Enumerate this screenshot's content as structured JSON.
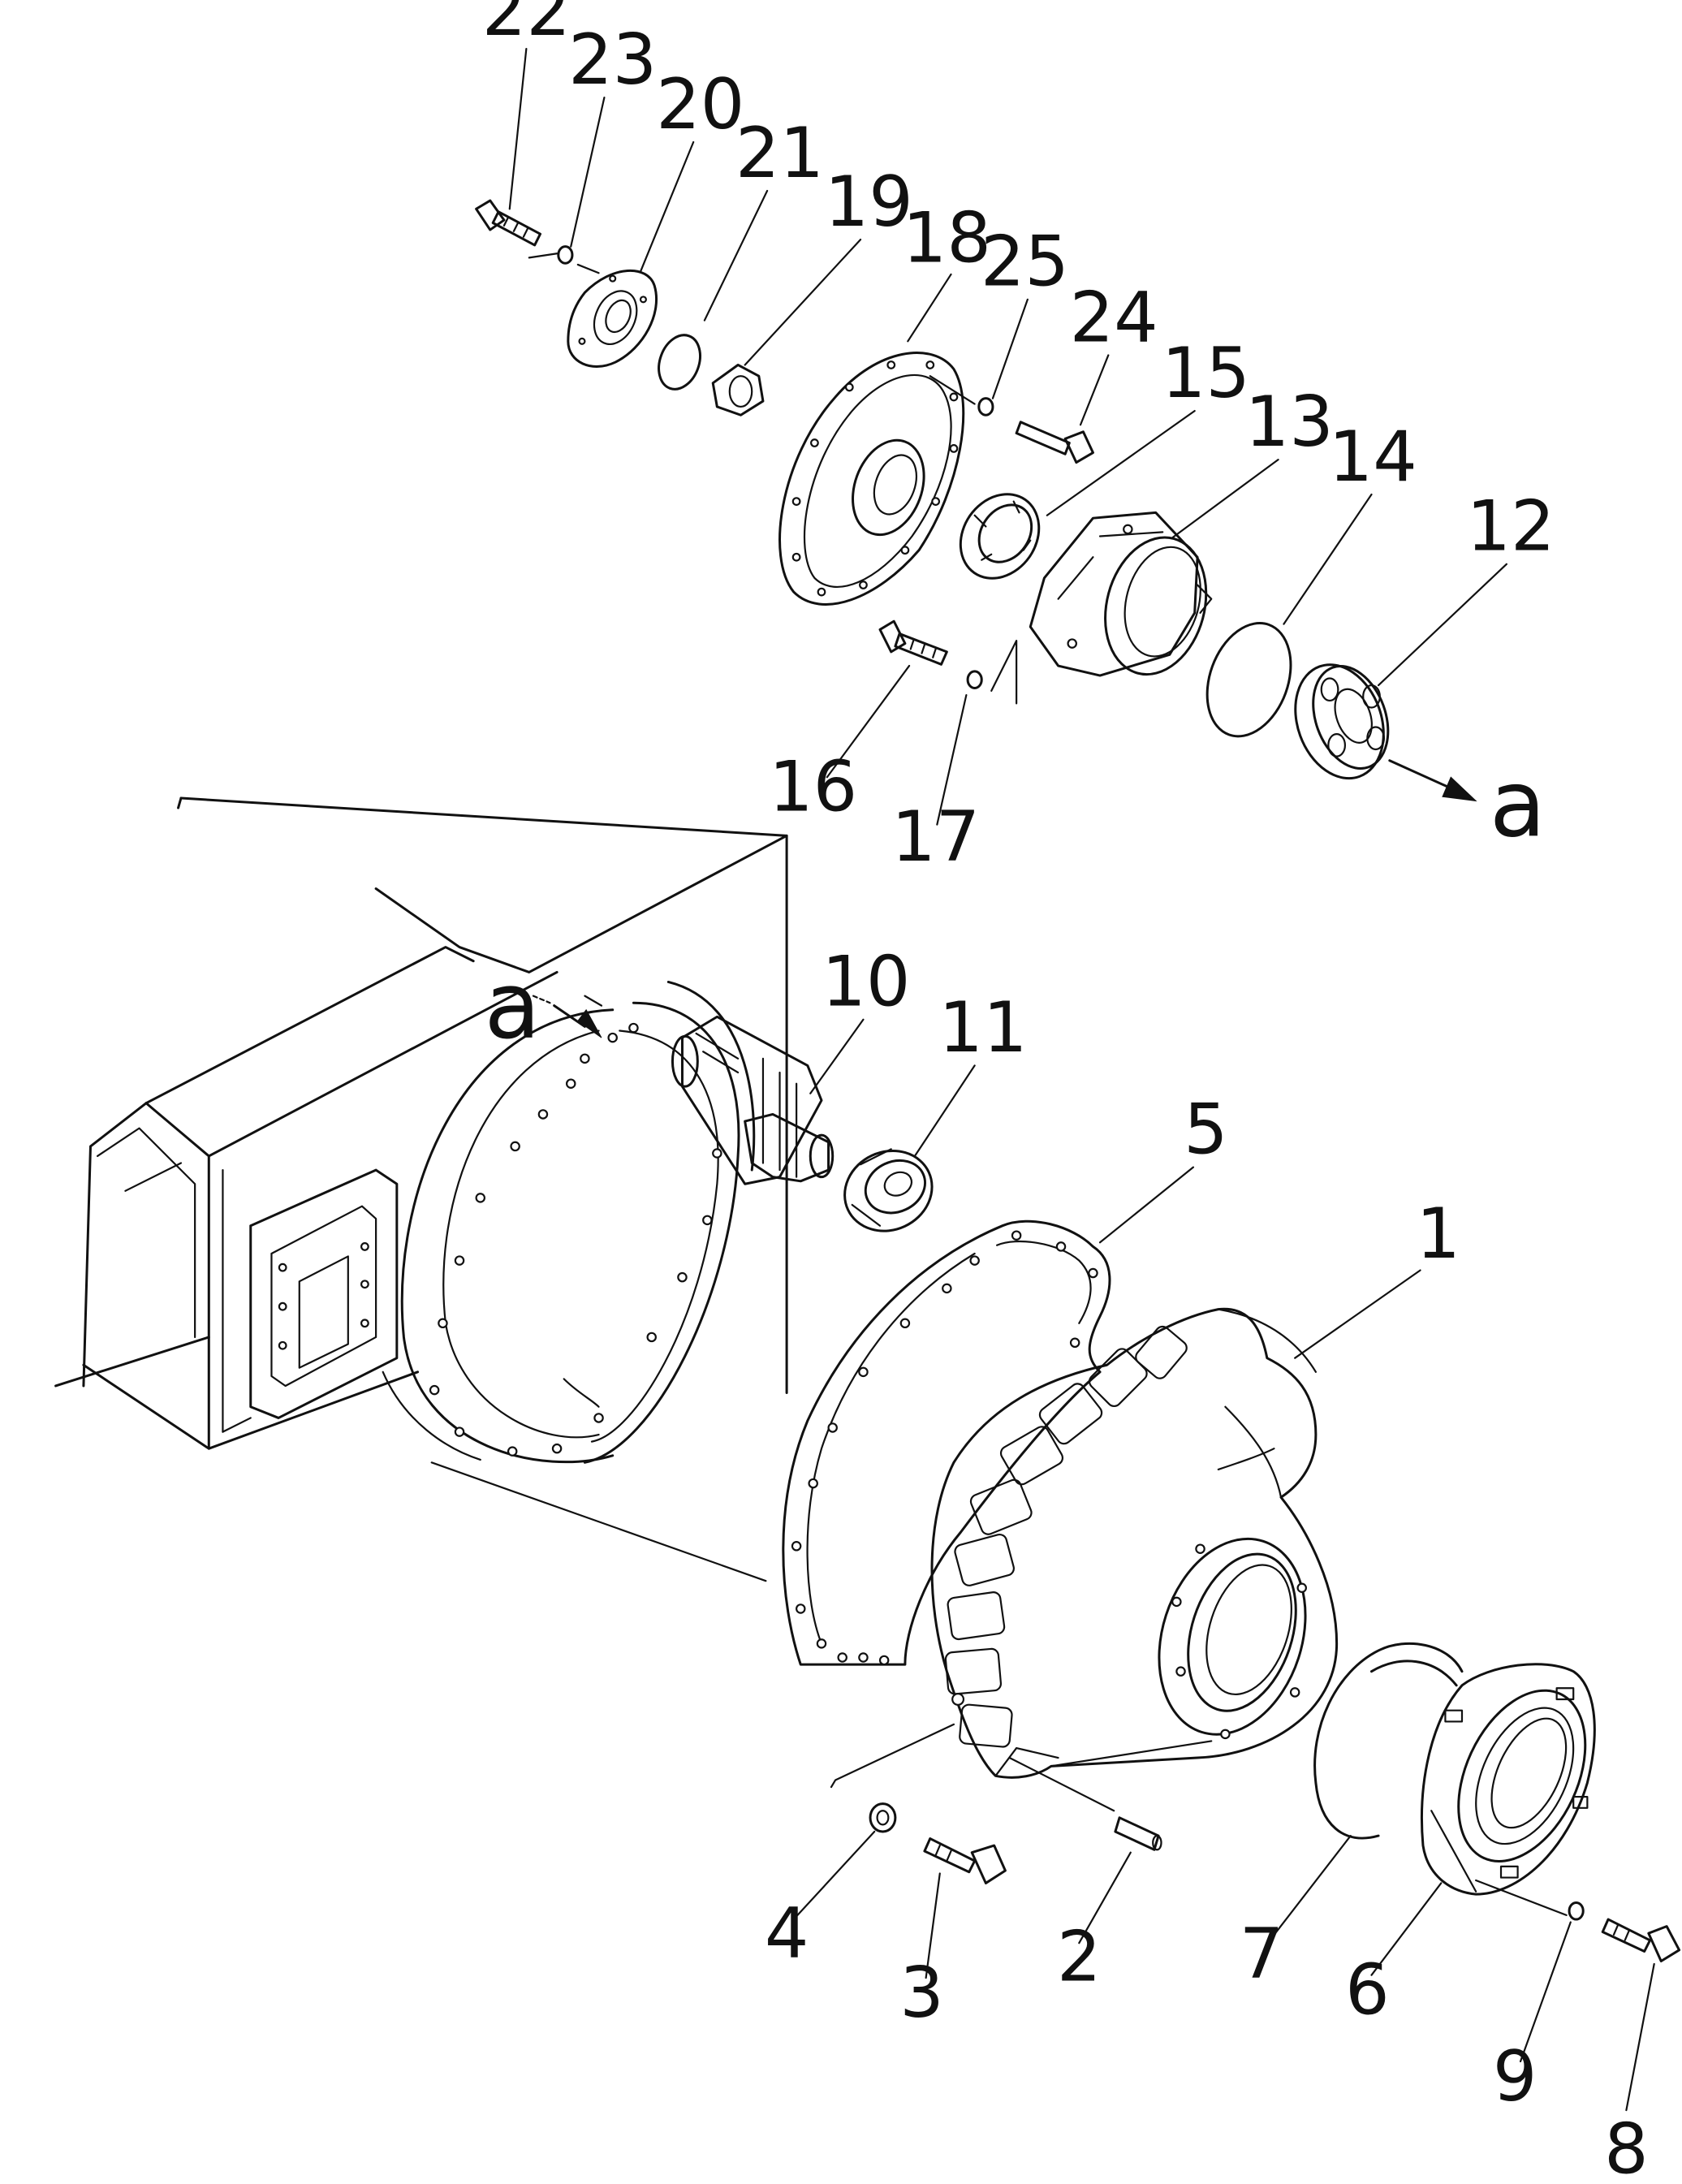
{
  "callouts": [
    {
      "id": "c1",
      "text": "1"
    },
    {
      "id": "c2",
      "text": "2"
    },
    {
      "id": "c3",
      "text": "3"
    },
    {
      "id": "c4",
      "text": "4"
    },
    {
      "id": "c5",
      "text": "5"
    },
    {
      "id": "c6",
      "text": "6"
    },
    {
      "id": "c7",
      "text": "7"
    },
    {
      "id": "c8",
      "text": "8"
    },
    {
      "id": "c9",
      "text": "9"
    },
    {
      "id": "c10",
      "text": "10"
    },
    {
      "id": "c11",
      "text": "11"
    },
    {
      "id": "c12",
      "text": "12"
    },
    {
      "id": "c13",
      "text": "13"
    },
    {
      "id": "c14",
      "text": "14"
    },
    {
      "id": "c15",
      "text": "15"
    },
    {
      "id": "c16",
      "text": "16"
    },
    {
      "id": "c17",
      "text": "17"
    },
    {
      "id": "c18",
      "text": "18"
    },
    {
      "id": "c19",
      "text": "19"
    },
    {
      "id": "c20",
      "text": "20"
    },
    {
      "id": "c21",
      "text": "21"
    },
    {
      "id": "c22",
      "text": "22"
    },
    {
      "id": "c23",
      "text": "23"
    },
    {
      "id": "c24",
      "text": "24"
    },
    {
      "id": "c25",
      "text": "25"
    }
  ],
  "view_markers": {
    "upper": "a",
    "lower": "a"
  }
}
